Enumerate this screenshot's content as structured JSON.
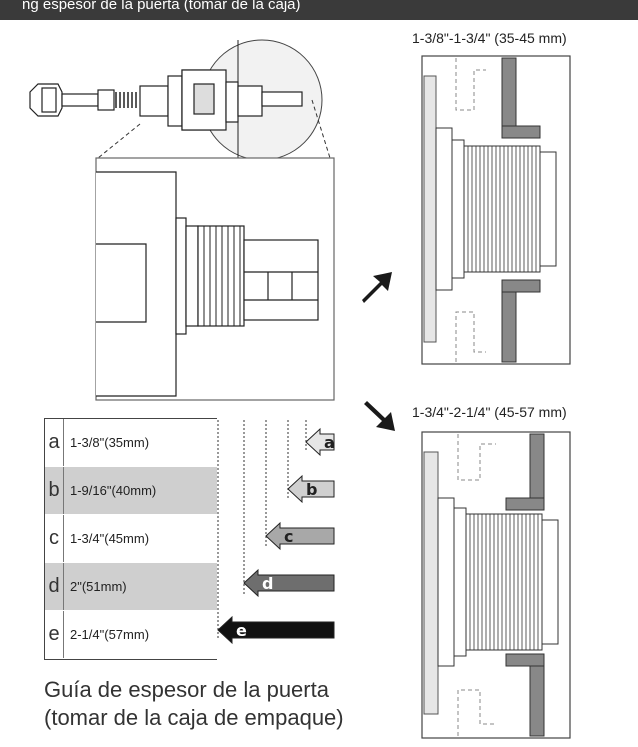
{
  "header": {
    "text": "ng  espesor de la puerta (tomar de la caja)"
  },
  "range_top": {
    "label": "1-3/8\"-1-3/4\" (35-45 mm)"
  },
  "range_bottom": {
    "label": "1-3/4\"-2-1/4\" (45-57 mm)"
  },
  "thickness_table": [
    {
      "letter": "a",
      "value": "1-3/8\"(35mm)"
    },
    {
      "letter": "b",
      "value": "1-9/16\"(40mm)"
    },
    {
      "letter": "c",
      "value": "1-3/4\"(45mm)"
    },
    {
      "letter": "d",
      "value": "2\"(51mm)"
    },
    {
      "letter": "e",
      "value": "2-1/4\"(57mm)"
    }
  ],
  "arrow_letters": [
    "a",
    "b",
    "c",
    "d",
    "e"
  ],
  "arrow_colors": [
    "#e6e6e6",
    "#d0d0d0",
    "#a8a8a8",
    "#6e6e6e",
    "#111111"
  ],
  "guide": {
    "line1": "Guía de espesor de la puerta",
    "line2": "(tomar de la caja de empaque)"
  },
  "icons": [
    "diagonal-arrow-up-right-icon",
    "diagonal-arrow-down-right-icon"
  ]
}
